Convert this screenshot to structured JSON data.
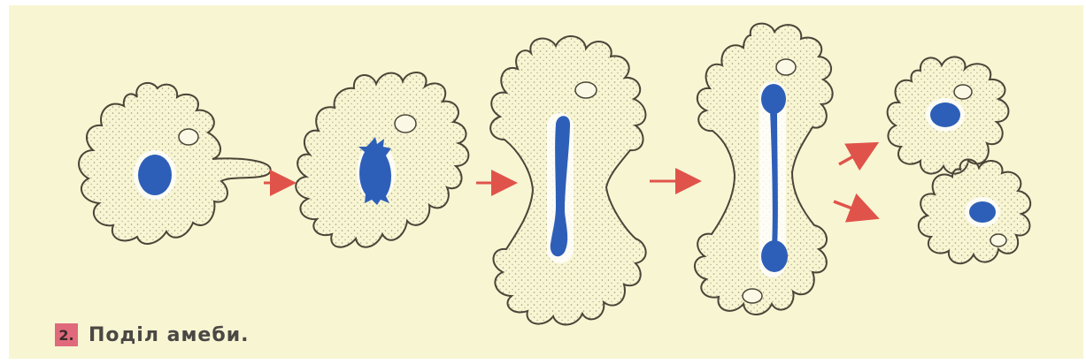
{
  "figure": {
    "number": "2.",
    "caption": "Поділ амеби."
  },
  "colors": {
    "background": "#f8f5d3",
    "cell_outline": "#4a4538",
    "cytoplasm_stipple": "#a09a7e",
    "nucleus": "#2e5fb8",
    "arrow": "#e0534a",
    "badge": "#e06a7c"
  },
  "stages": [
    {
      "id": "stage-1",
      "description_icon": "amoeba-icon"
    },
    {
      "id": "stage-2",
      "description_icon": "amoeba-icon"
    },
    {
      "id": "stage-3",
      "description_icon": "amoeba-icon"
    },
    {
      "id": "stage-4",
      "description_icon": "amoeba-icon"
    },
    {
      "id": "stage-5a",
      "description_icon": "amoeba-icon"
    },
    {
      "id": "stage-5b",
      "description_icon": "amoeba-icon"
    }
  ]
}
